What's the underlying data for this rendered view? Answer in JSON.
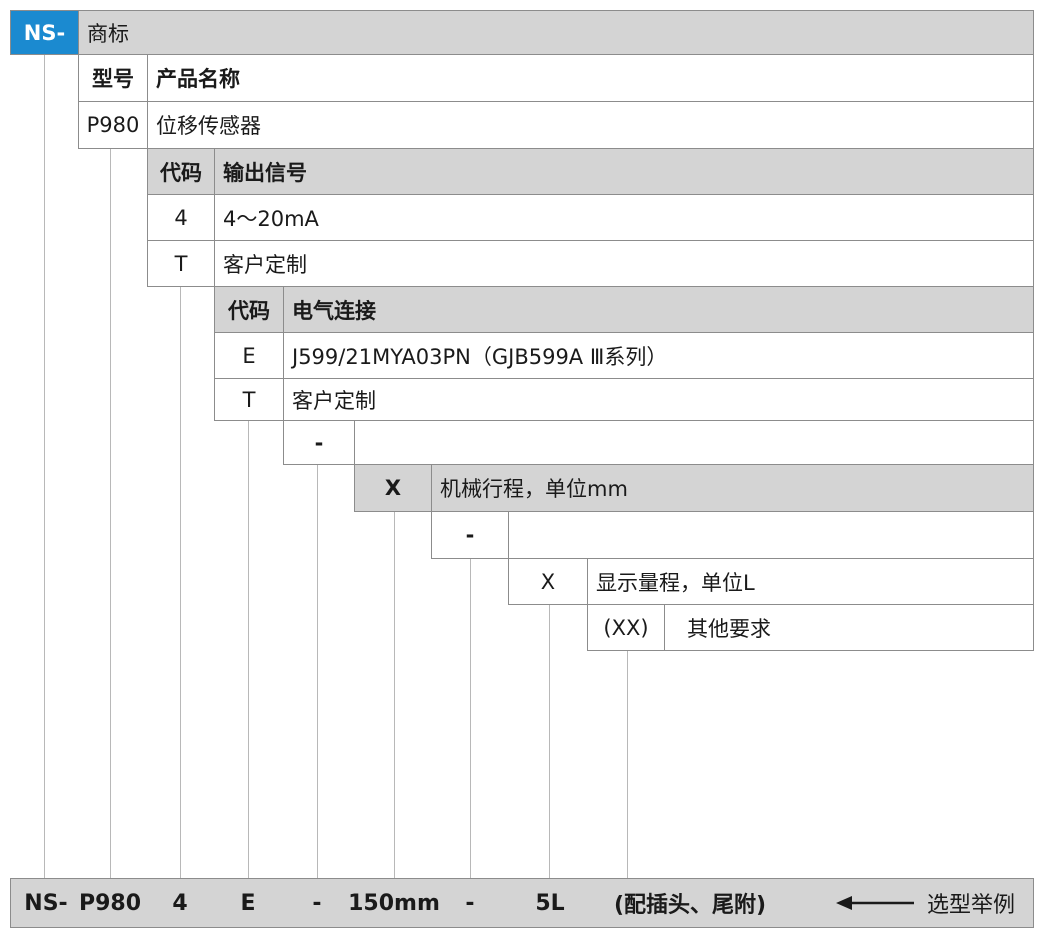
{
  "trademark": {
    "code": "NS-",
    "label": "商标"
  },
  "model": {
    "header_code": "型号",
    "header_name": "产品名称",
    "code": "P980",
    "name": "位移传感器"
  },
  "output_signal": {
    "header_code": "代码",
    "header_name": "输出信号",
    "rows": [
      {
        "code": "4",
        "desc": "4～20mA"
      },
      {
        "code": "T",
        "desc": "客户定制"
      }
    ]
  },
  "electrical_connection": {
    "header_code": "代码",
    "header_name": "电气连接",
    "rows": [
      {
        "code": "E",
        "desc": "J599/21MYA03PN（GJB599A Ⅲ系列）"
      },
      {
        "code": "T",
        "desc": "客户定制"
      }
    ]
  },
  "separator1": "-",
  "mechanical_stroke": {
    "code": "X",
    "desc": "机械行程，单位mm"
  },
  "separator2": "-",
  "display_range": {
    "code": "X",
    "desc": "显示量程，单位L"
  },
  "other": {
    "code": "(XX)",
    "desc": "其他要求"
  },
  "example": {
    "parts": [
      "NS-",
      "P980",
      "4",
      "E",
      "-",
      "150mm",
      "-",
      "5L",
      "(配插头、尾附)"
    ],
    "label": "选型举例"
  }
}
